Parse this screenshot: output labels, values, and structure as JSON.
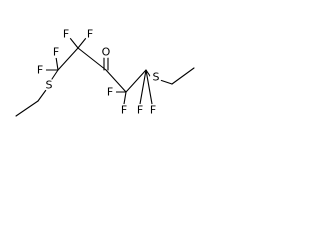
{
  "molecule": {
    "atoms": [
      {
        "label": "F"
      },
      {
        "label": "F"
      },
      {
        "label": "F"
      },
      {
        "label": "F"
      },
      {
        "label": "S"
      },
      {
        "label": "O"
      },
      {
        "label": "F"
      },
      {
        "label": "F"
      },
      {
        "label": "F"
      },
      {
        "label": "F"
      },
      {
        "label": "S"
      }
    ]
  }
}
